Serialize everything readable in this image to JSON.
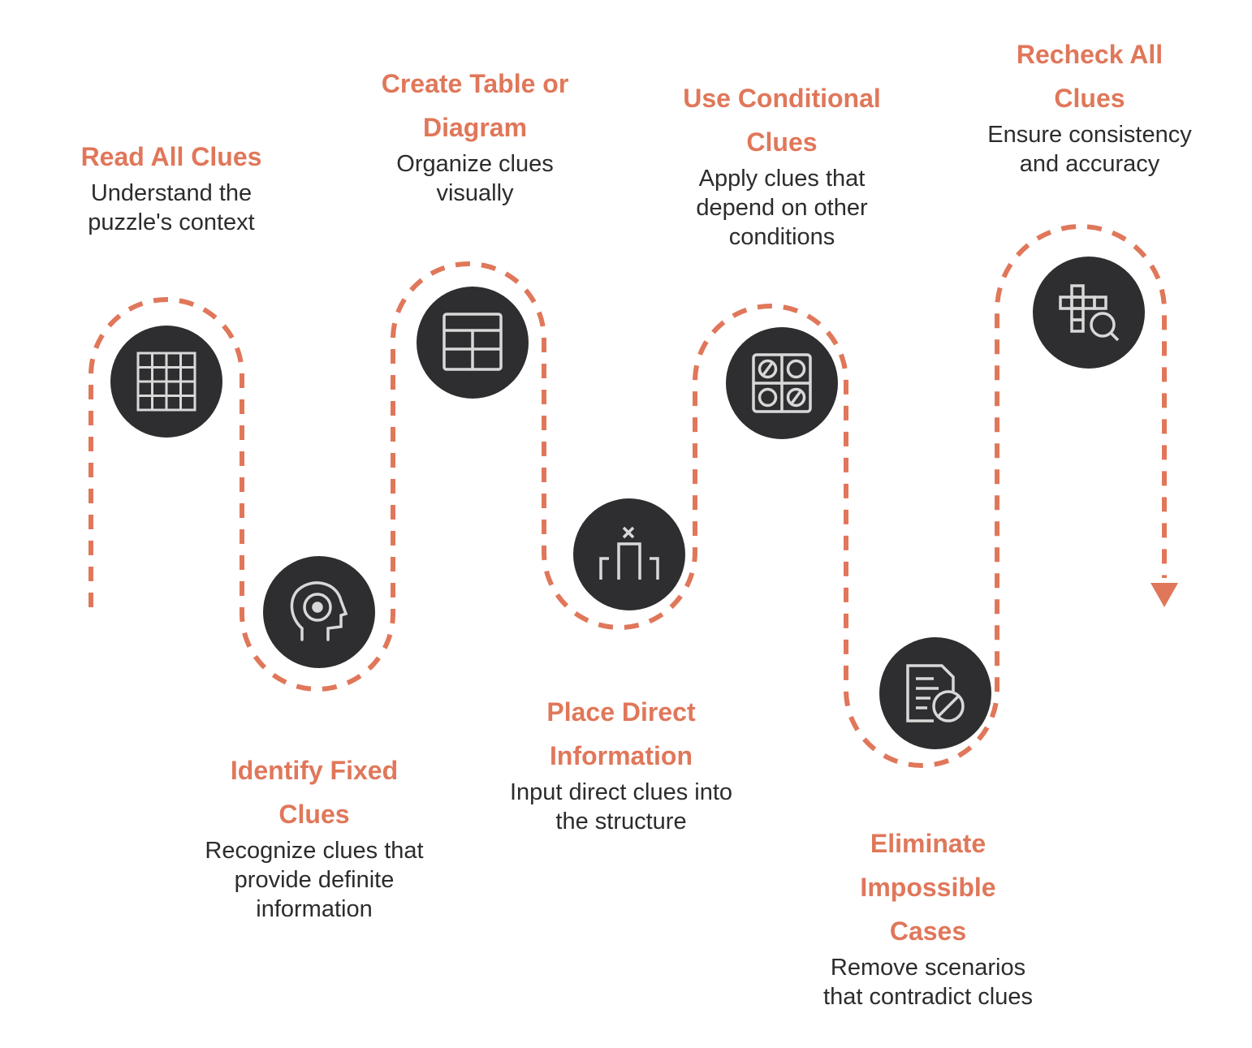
{
  "colors": {
    "path": "#e0775a",
    "circle": "#2e2e31",
    "icon": "#d8d8d8",
    "title": "#e0775a",
    "text": "#2c2c2c"
  },
  "steps": [
    {
      "title": "Read All Clues",
      "desc": "Understand the puzzle's context",
      "icon": "grid-icon"
    },
    {
      "title": "Identify Fixed Clues",
      "desc": "Recognize clues that provide definite information",
      "icon": "head-target-icon"
    },
    {
      "title": "Create Table or Diagram",
      "desc": "Organize clues visually",
      "icon": "table-icon"
    },
    {
      "title": "Place Direct Information",
      "desc": "Input direct clues into the structure",
      "icon": "place-item-icon"
    },
    {
      "title": "Use Conditional Clues",
      "desc": "Apply clues that depend on other conditions",
      "icon": "conditional-grid-icon"
    },
    {
      "title": "Eliminate Impossible Cases",
      "desc": "Remove scenarios that contradict clues",
      "icon": "document-prohibited-icon"
    },
    {
      "title": "Recheck All Clues",
      "desc": "Ensure consistency and accuracy",
      "icon": "crossword-search-icon"
    }
  ]
}
